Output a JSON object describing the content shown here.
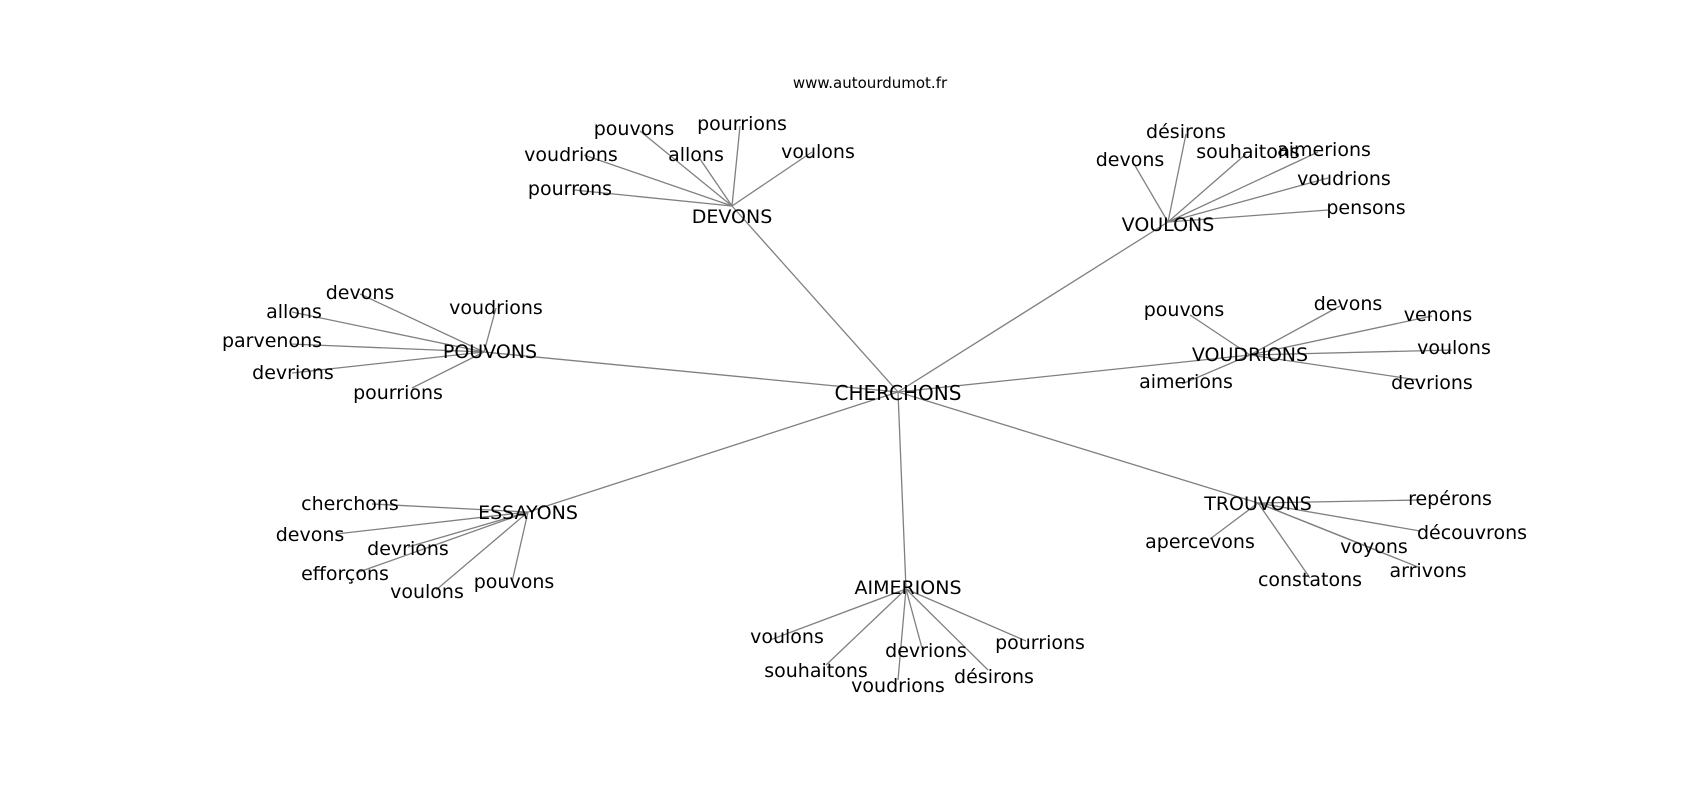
{
  "site": "www.autourdumot.fr",
  "center": "CHERCHONS",
  "hubs": [
    {
      "id": "devons",
      "label": "DEVONS",
      "leaves": [
        "pouvons",
        "pourrions",
        "voudrions",
        "allons",
        "voulons",
        "pourrons"
      ]
    },
    {
      "id": "voulons",
      "label": "VOULONS",
      "leaves": [
        "désirons",
        "devons",
        "souhaitons",
        "aimerions",
        "voudrions",
        "pensons"
      ]
    },
    {
      "id": "pouvons",
      "label": "POUVONS",
      "leaves": [
        "devons",
        "allons",
        "voudrions",
        "parvenons",
        "devrions",
        "pourrions"
      ]
    },
    {
      "id": "voudrions",
      "label": "VOUDRIONS",
      "leaves": [
        "pouvons",
        "devons",
        "venons",
        "voulons",
        "aimerions",
        "devrions"
      ]
    },
    {
      "id": "essayons",
      "label": "ESSAYONS",
      "leaves": [
        "cherchons",
        "devons",
        "devrions",
        "efforçons",
        "voulons",
        "pouvons"
      ]
    },
    {
      "id": "trouvons",
      "label": "TROUVONS",
      "leaves": [
        "repérons",
        "apercevons",
        "découvrons",
        "voyons",
        "arrivons",
        "constatons"
      ]
    },
    {
      "id": "aimerions",
      "label": "AIMERIONS",
      "leaves": [
        "voulons",
        "pourrions",
        "devrions",
        "souhaitons",
        "désirons",
        "voudrions"
      ]
    }
  ]
}
